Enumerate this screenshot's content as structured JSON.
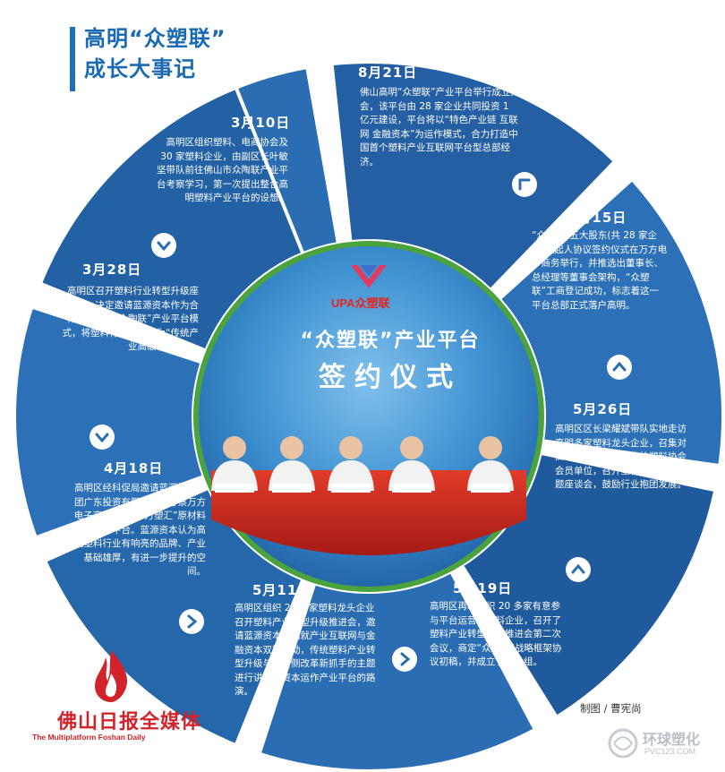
{
  "header": {
    "title_line1": "高明“众塑联”",
    "title_line2": "成长大事记"
  },
  "events": [
    {
      "date": "3月10日",
      "text": "高明区组织塑料、电商协会及 30 家塑料企业，由副区长叶敏坚带队前往佛山市众陶联产业平台考察学习，第一次提出整合高明塑料产业平台的设想。"
    },
    {
      "date": "8月21日",
      "text": "佛山高明“众塑联”产业平台举行成立大会，该平台由 28 家企业共同投资 1 亿元建设，平台将以“特色产业链 互联网 金融资本”为运作模式，合力打造中国首个塑料产业互联网平台型总部经济。"
    },
    {
      "date": "3月28日",
      "text": "高明区召开塑料行业转型升级座谈会，决定邀请蓝源资本作为合作方，借鉴“众陶联”产业平台模式，将塑料行业打造成为“传统产业高级化”典范。"
    },
    {
      "date": "6月15日",
      "text": "“众塑联”五大股东(共 28 家企业)发起人协议签约仪式在万方电子商务举行，并推选出董事长、总经理等董事会架构，“众塑联”工商登记成功，标志着这一平台总部正式落户高明。"
    },
    {
      "date": "4月18日",
      "text": "高明区经科促局邀请蓝源投资集团广东投资有限公司，考察万方电子商务园区和“万塑汇”原材料大宗交易平台。蓝源资本认为高明塑料行业有响亮的品牌、产业基础雄厚，有进一步提升的空间。"
    },
    {
      "date": "5月26日",
      "text": "高明区区长梁耀斌带队实地走访高明多家塑料龙头企业，召集对高明财税贡献比较大的塑料协会会员单位，召开塑料产业发展专题座谈会，鼓励行业抱团发展。"
    },
    {
      "date": "5月11日",
      "text": "高明区组织 20 多家塑料龙头企业召开塑料产业转型升级推进会，邀请蓝源资本集团就产业互联网与金融资本双轮驱动，传统塑料产业转型升级与供给侧改革新抓手的主题进行讲解及资本运作产业平台的路演。"
    },
    {
      "date": "5月19日",
      "text": "高明区再次组织 20 多家有意参与平台运营的塑料企业，召开了塑料产业转型升级推进会第二次会议，商定“众塑联”战略框架协议初稿，并成立了筹备组。"
    }
  ],
  "banner": {
    "logo_text": "UPA众塑联",
    "title": "“众塑联”产业平台",
    "subtitle": "签约仪式"
  },
  "credit": "制图 / 曹宪尚",
  "logo": {
    "name": "佛山日报全媒体",
    "english": "The Multiplatform Foshan Daily"
  },
  "watermark": {
    "text": "环球塑化",
    "url": "PVC123.COM"
  },
  "colors": {
    "ring": "#1f5ea6",
    "ring_light": "#3d7dc1",
    "title": "#1a69b3",
    "logo_red": "#d2232a"
  }
}
